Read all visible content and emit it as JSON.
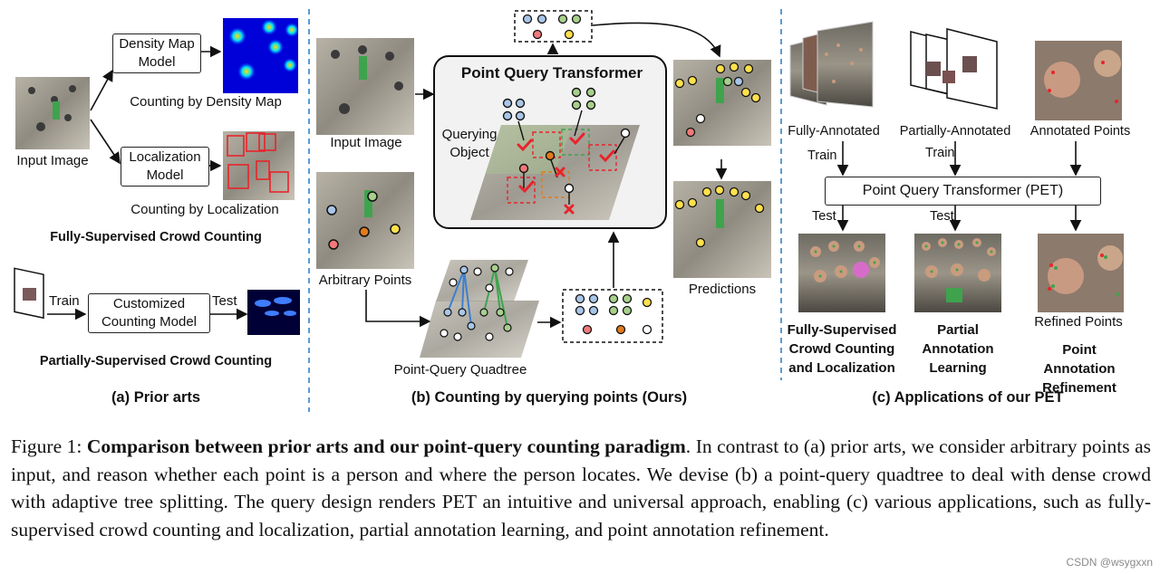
{
  "panel_a": {
    "input_image": "Input Image",
    "density_model": "Density Map\nModel",
    "density_caption": "Counting by Density Map",
    "localization_model": "Localization\nModel",
    "localization_caption": "Counting by Localization",
    "fully_supervised": "Fully-Supervised Crowd Counting",
    "train": "Train",
    "customized_model": "Customized\nCounting Model",
    "test": "Test",
    "partially_supervised": "Partially-Supervised Crowd Counting",
    "title": "(a) Prior arts"
  },
  "panel_b": {
    "input_image": "Input Image",
    "pet_title": "Point Query Transformer",
    "querying_object": "Querying\nObject",
    "arbitrary_points": "Arbitrary Points",
    "quadtree": "Point-Query Quadtree",
    "predictions": "Predictions",
    "title": "(b) Counting by querying points (Ours)"
  },
  "panel_c": {
    "fully_annotated": "Fully-Annotated",
    "partially_annotated": "Partially-Annotated",
    "annotated_points": "Annotated Points",
    "train1": "Train",
    "train2": "Train",
    "pet_box": "Point Query Transformer (PET)",
    "test1": "Test",
    "test2": "Test",
    "refined_points": "Refined Points",
    "app1": "Fully-Supervised\nCrowd Counting\nand Localization",
    "app2": "Partial\nAnnotation\nLearning",
    "app3": "Point Annotation\nRefinement",
    "title": "(c) Applications of our PET"
  },
  "caption": {
    "label": "Figure 1:",
    "bold": "Comparison between prior arts and our point-query counting paradigm",
    "rest": ". In contrast to (a) prior arts, we consider arbitrary points as input, and reason whether each point is a person and where the person locates. We devise (b) a point-query quadtree to deal with dense crowd with adaptive tree splitting. The query design renders PET an intuitive and universal approach, enabling (c) various applications, such as fully-supervised crowd counting and localization, partial annotation learning, and point annotation refinement."
  },
  "watermark": "CSDN @wsygxxn",
  "colors": {
    "divider": "#5b9bd5",
    "check": "#e8242b",
    "query_blue": "#a9c6e8",
    "query_green": "#a8d08d",
    "query_yellow": "#ffe14d",
    "query_red": "#f07a7a",
    "query_orange": "#e07b1e"
  }
}
